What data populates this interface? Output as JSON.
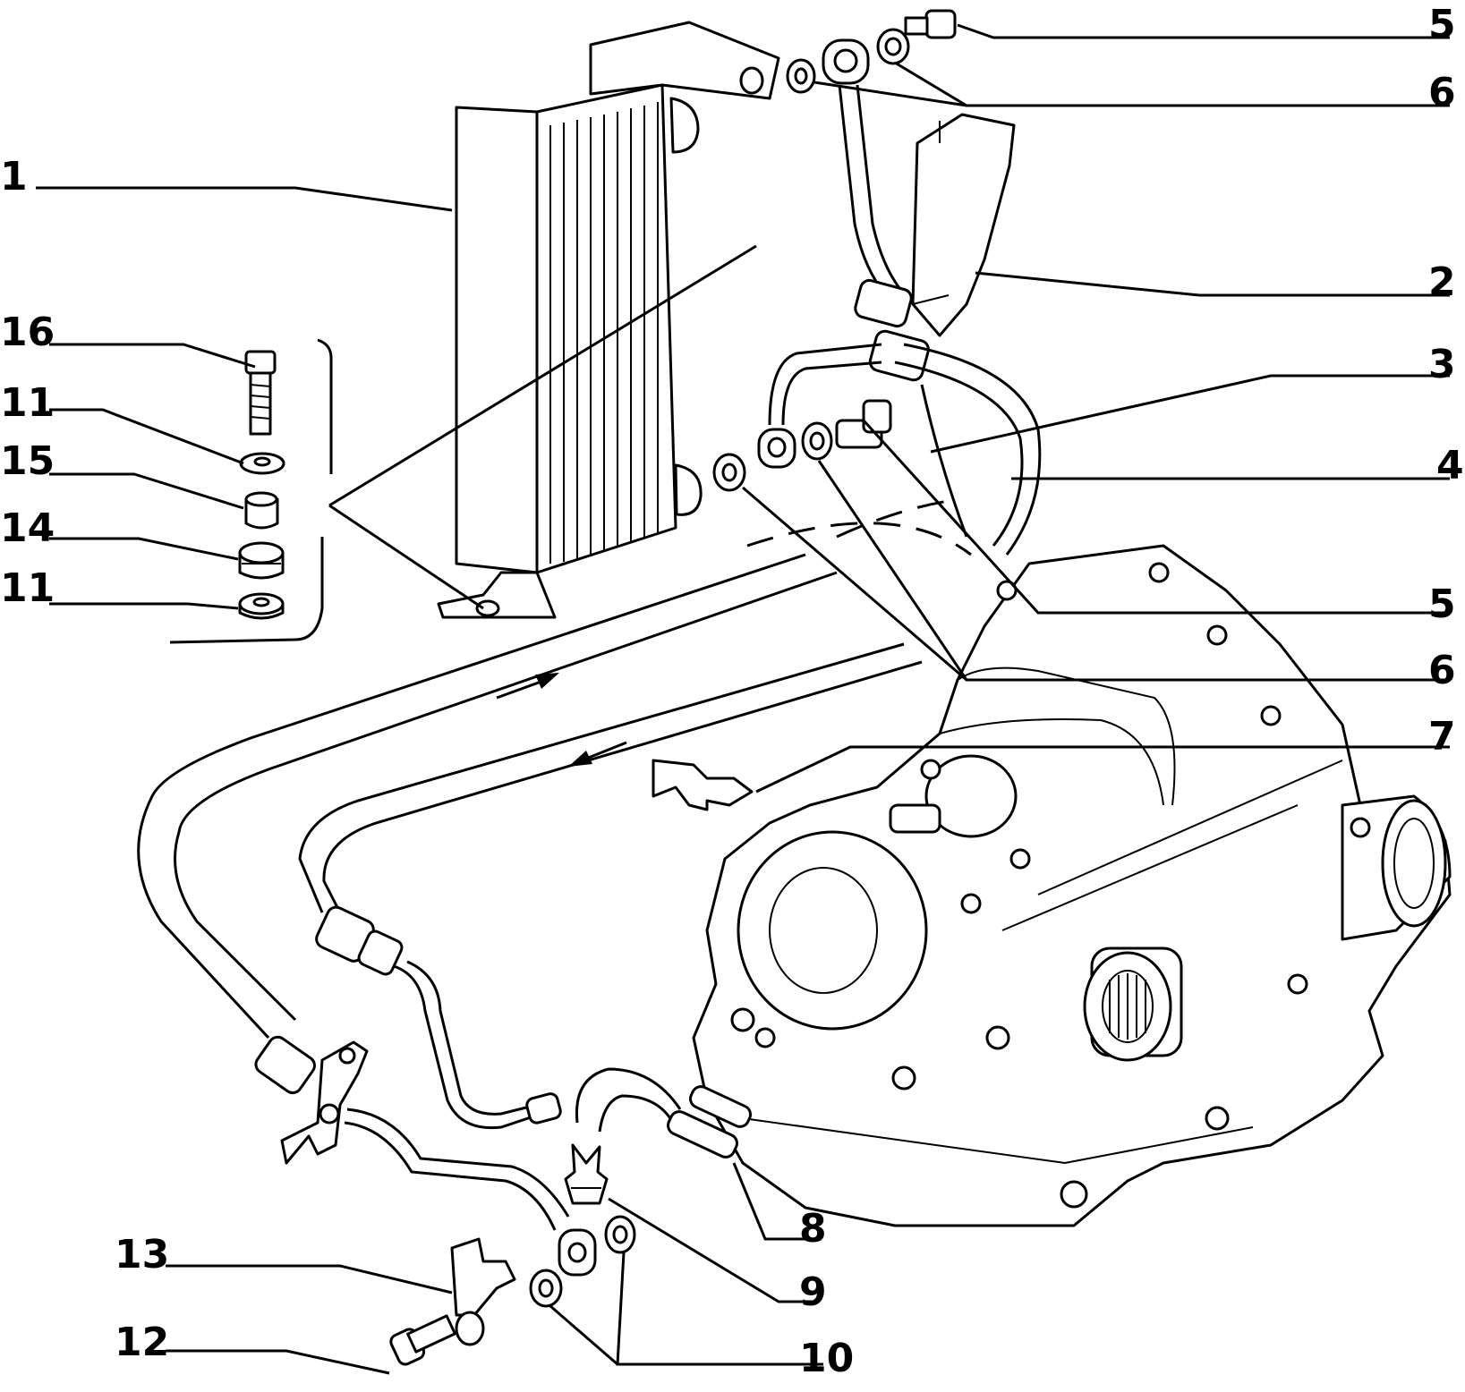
{
  "callouts": {
    "c1": "1",
    "c2": "2",
    "c3": "3",
    "c4": "4",
    "c5a": "5",
    "c5b": "5",
    "c6a": "6",
    "c6b": "6",
    "c7": "7",
    "c8": "8",
    "c9": "9",
    "c10": "10",
    "c11a": "11",
    "c11b": "11",
    "c12": "12",
    "c13": "13",
    "c14": "14",
    "c15": "15",
    "c16": "16"
  },
  "parts": {
    "1": "oil-cooler",
    "2": "bracket",
    "3": "pipe-banjo",
    "4": "hose",
    "5": "banjo-bolt",
    "6": "sealing-washer",
    "7": "clip",
    "8": "hose-sleeves",
    "9": "fitting",
    "10": "sealing-washers",
    "11": "washer",
    "12": "bolt",
    "13": "bracket-clip",
    "14": "rubber-mount",
    "15": "spacer",
    "16": "bolt"
  }
}
